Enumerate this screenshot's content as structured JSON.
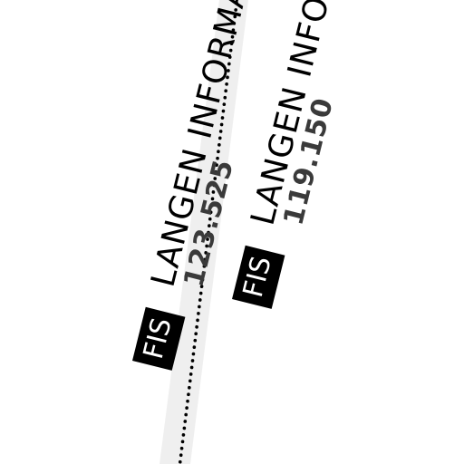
{
  "map": {
    "colors": {
      "background": "#ffffff",
      "boundary_band": "#efefef",
      "boundary_line": "#000000",
      "fis_box": "#000000",
      "fis_text": "#ffffff",
      "frequency_text": "#3a3a3a"
    },
    "fis_labels": [
      {
        "badge": "FIS",
        "name": "LANGEN INFORMATION",
        "frequency": "123.525"
      },
      {
        "badge": "FIS",
        "name": "LANGEN INFORMATION",
        "frequency": "119.150"
      }
    ]
  }
}
